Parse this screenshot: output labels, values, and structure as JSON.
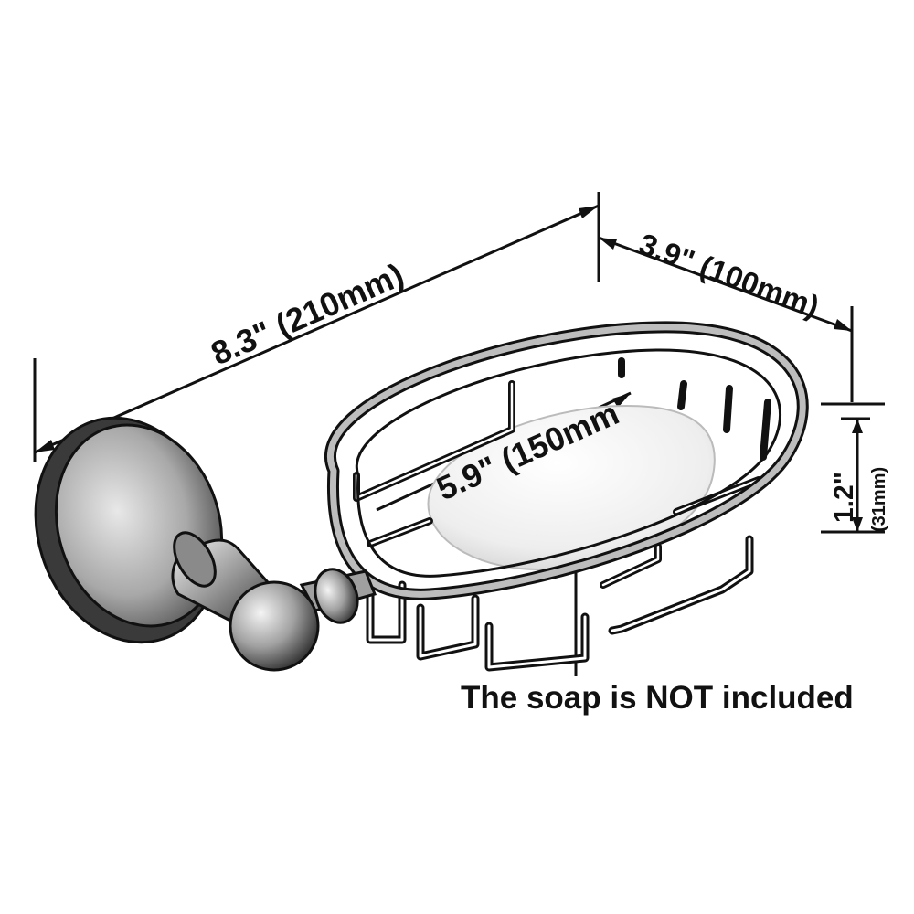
{
  "dimensions": {
    "overall_length": "8.3\" (210mm)",
    "depth": "3.9\" (100mm)",
    "basket_length": "5.9\" (150mm",
    "height": "1.2\"",
    "height_metric": "(31mm)"
  },
  "note": "The soap is NOT included",
  "colors": {
    "line": "#111111",
    "metal_light": "#d9d9d9",
    "metal_dark": "#555555",
    "soap": "#f3f3f3"
  }
}
